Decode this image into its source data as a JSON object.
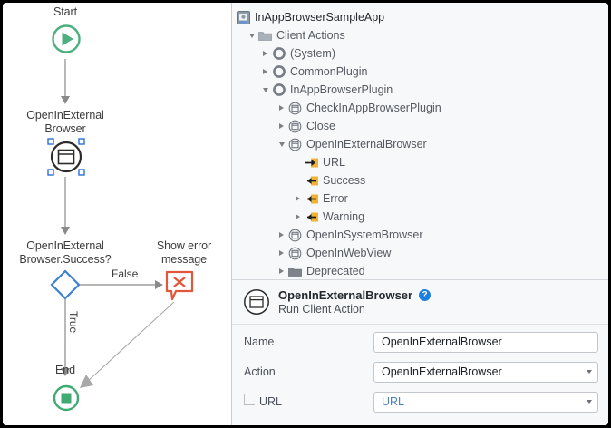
{
  "flow": {
    "nodes": [
      {
        "id": "start",
        "label": "Start",
        "icon": "start-play-icon"
      },
      {
        "id": "action",
        "label": "OpenInExternal\nBrowser",
        "icon": "run-client-action-icon",
        "selected": true
      },
      {
        "id": "decision",
        "label": "OpenInExternal\nBrowser.Success?",
        "icon": "decision-diamond-icon"
      },
      {
        "id": "message",
        "label": "Show error\nmessage",
        "icon": "error-message-icon"
      },
      {
        "id": "end",
        "label": "End",
        "icon": "end-stop-icon"
      }
    ],
    "edges": [
      {
        "from": "decision",
        "to": "message",
        "label": "False"
      },
      {
        "from": "decision",
        "to": "end",
        "label": "True"
      }
    ],
    "colors": {
      "start_green": "#4caf7d",
      "end_green": "#3faa72",
      "decision_blue": "#3d7fd4",
      "error_red": "#e2563c",
      "connector_gray": "#8a8a8a",
      "selection_handle": "#2a6fd6"
    }
  },
  "tree": {
    "root": {
      "label": "InAppBrowserSampleApp",
      "icon": "module-icon"
    },
    "items": [
      {
        "label": "Client Actions",
        "icon": "folder-icon",
        "indent": 1,
        "twisty": "down",
        "expanded": true
      },
      {
        "label": "(System)",
        "icon": "action-group-icon",
        "indent": 2,
        "twisty": "right",
        "expanded": false
      },
      {
        "label": "CommonPlugin",
        "icon": "action-group-icon",
        "indent": 2,
        "twisty": "right",
        "expanded": false
      },
      {
        "label": "InAppBrowserPlugin",
        "icon": "action-group-icon",
        "indent": 2,
        "twisty": "down",
        "expanded": true
      },
      {
        "label": "CheckInAppBrowserPlugin",
        "icon": "client-action-icon",
        "indent": 3,
        "twisty": "right",
        "expanded": false
      },
      {
        "label": "Close",
        "icon": "client-action-icon",
        "indent": 3,
        "twisty": "right",
        "expanded": false
      },
      {
        "label": "OpenInExternalBrowser",
        "icon": "client-action-icon",
        "indent": 3,
        "twisty": "down",
        "expanded": true
      },
      {
        "label": "URL",
        "icon": "input-param-icon",
        "indent": 4,
        "twisty": "none",
        "expanded": false
      },
      {
        "label": "Success",
        "icon": "output-param-icon",
        "indent": 4,
        "twisty": "none",
        "expanded": false
      },
      {
        "label": "Error",
        "icon": "output-param-icon",
        "indent": 4,
        "twisty": "right",
        "expanded": false
      },
      {
        "label": "Warning",
        "icon": "output-param-icon",
        "indent": 4,
        "twisty": "right",
        "expanded": false
      },
      {
        "label": "OpenInSystemBrowser",
        "icon": "client-action-icon",
        "indent": 3,
        "twisty": "right",
        "expanded": false
      },
      {
        "label": "OpenInWebView",
        "icon": "client-action-icon",
        "indent": 3,
        "twisty": "right",
        "expanded": false
      },
      {
        "label": "Deprecated",
        "icon": "folder-dark-icon",
        "indent": 3,
        "twisty": "right",
        "expanded": false
      }
    ]
  },
  "properties": {
    "title": "OpenInExternalBrowser",
    "subtitle": "Run Client Action",
    "help_badge": "?",
    "icon": "run-client-action-icon",
    "fields": [
      {
        "label": "Name",
        "value": "OpenInExternalBrowser",
        "type": "text",
        "nested": false,
        "link": false
      },
      {
        "label": "Action",
        "value": "OpenInExternalBrowser",
        "type": "select",
        "nested": false,
        "link": false
      },
      {
        "label": "URL",
        "value": "URL",
        "type": "select",
        "nested": true,
        "link": true
      }
    ]
  }
}
